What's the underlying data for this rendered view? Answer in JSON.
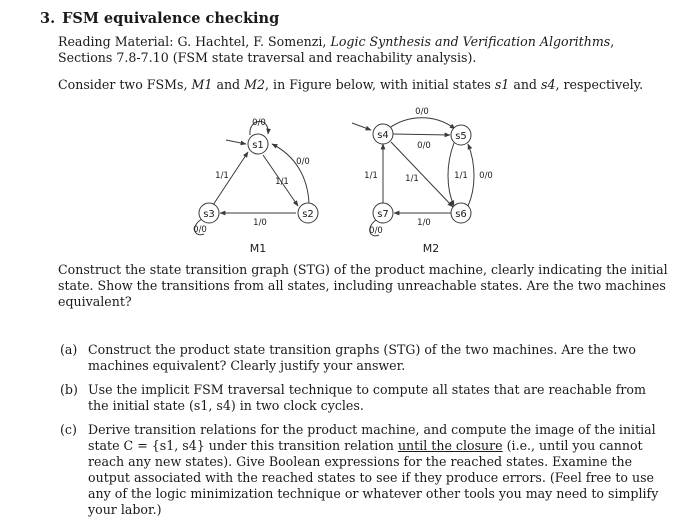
{
  "problem": {
    "number": "3.",
    "title": "FSM equivalence checking",
    "reading_prefix": "Reading Material: G. Hachtel, F. Somenzi, ",
    "reading_book": "Logic Synthesis and Verification Algorithms",
    "reading_suffix": ", Sections 7.8-7.10 (FSM state traversal and reachability analysis).",
    "intro_1": "Consider two FSMs, ",
    "intro_m1": "M1",
    "intro_and": " and ",
    "intro_m2": "M2",
    "intro_2": ", in Figure below, with initial states ",
    "intro_s1": "s1",
    "intro_s4": "s4",
    "intro_3": ", respectively.",
    "task": "Construct the state transition graph (STG) of the product machine, clearly indicating the initial state. Show the transitions from all states, including unreachable states. Are the two machines equivalent?",
    "parts": [
      {
        "label": "(a)",
        "text": "Construct the product state transition graphs (STG) of the two machines. Are the two machines equivalent? Clearly justify your answer."
      },
      {
        "label": "(b)",
        "text": "Use the implicit FSM traversal technique to compute all states that are reachable from the initial state (s1, s4) in two clock cycles."
      },
      {
        "label": "(c)",
        "text_a": "Derive transition relations for the product machine, and compute the image of the initial state C = {s1, s4} under this transition relation ",
        "text_u": "until the closure",
        "text_b": " (i.e., until you cannot reach any new states). Give Boolean expressions for the reached states. Examine the output associated with the reached states to see if they produce errors. (Feel free to use any of the logic minimization technique or whatever other tools you may need to simplify your labor.)"
      }
    ]
  },
  "figure": {
    "m1": {
      "name": "M1",
      "states": [
        "s1",
        "s2",
        "s3"
      ],
      "self_loops": {
        "s1": "0/0",
        "s3": "0/0"
      },
      "edges": {
        "s3_s1": "1/1",
        "s1_s2": "1/1",
        "s2_s1": "0/0",
        "s2_s3": "1/0"
      }
    },
    "m2": {
      "name": "M2",
      "states": [
        "s4",
        "s5",
        "s6",
        "s7"
      ],
      "self_loops": {
        "s7": "0/0"
      },
      "edges": {
        "s4_s5_top": "0/0",
        "s4_s5": "0/0",
        "s7_s4": "1/1",
        "s4_s6": "1/1",
        "s5_s6": "1/1",
        "s6_s5": "0/0",
        "s6_s7": "1/0"
      }
    }
  }
}
